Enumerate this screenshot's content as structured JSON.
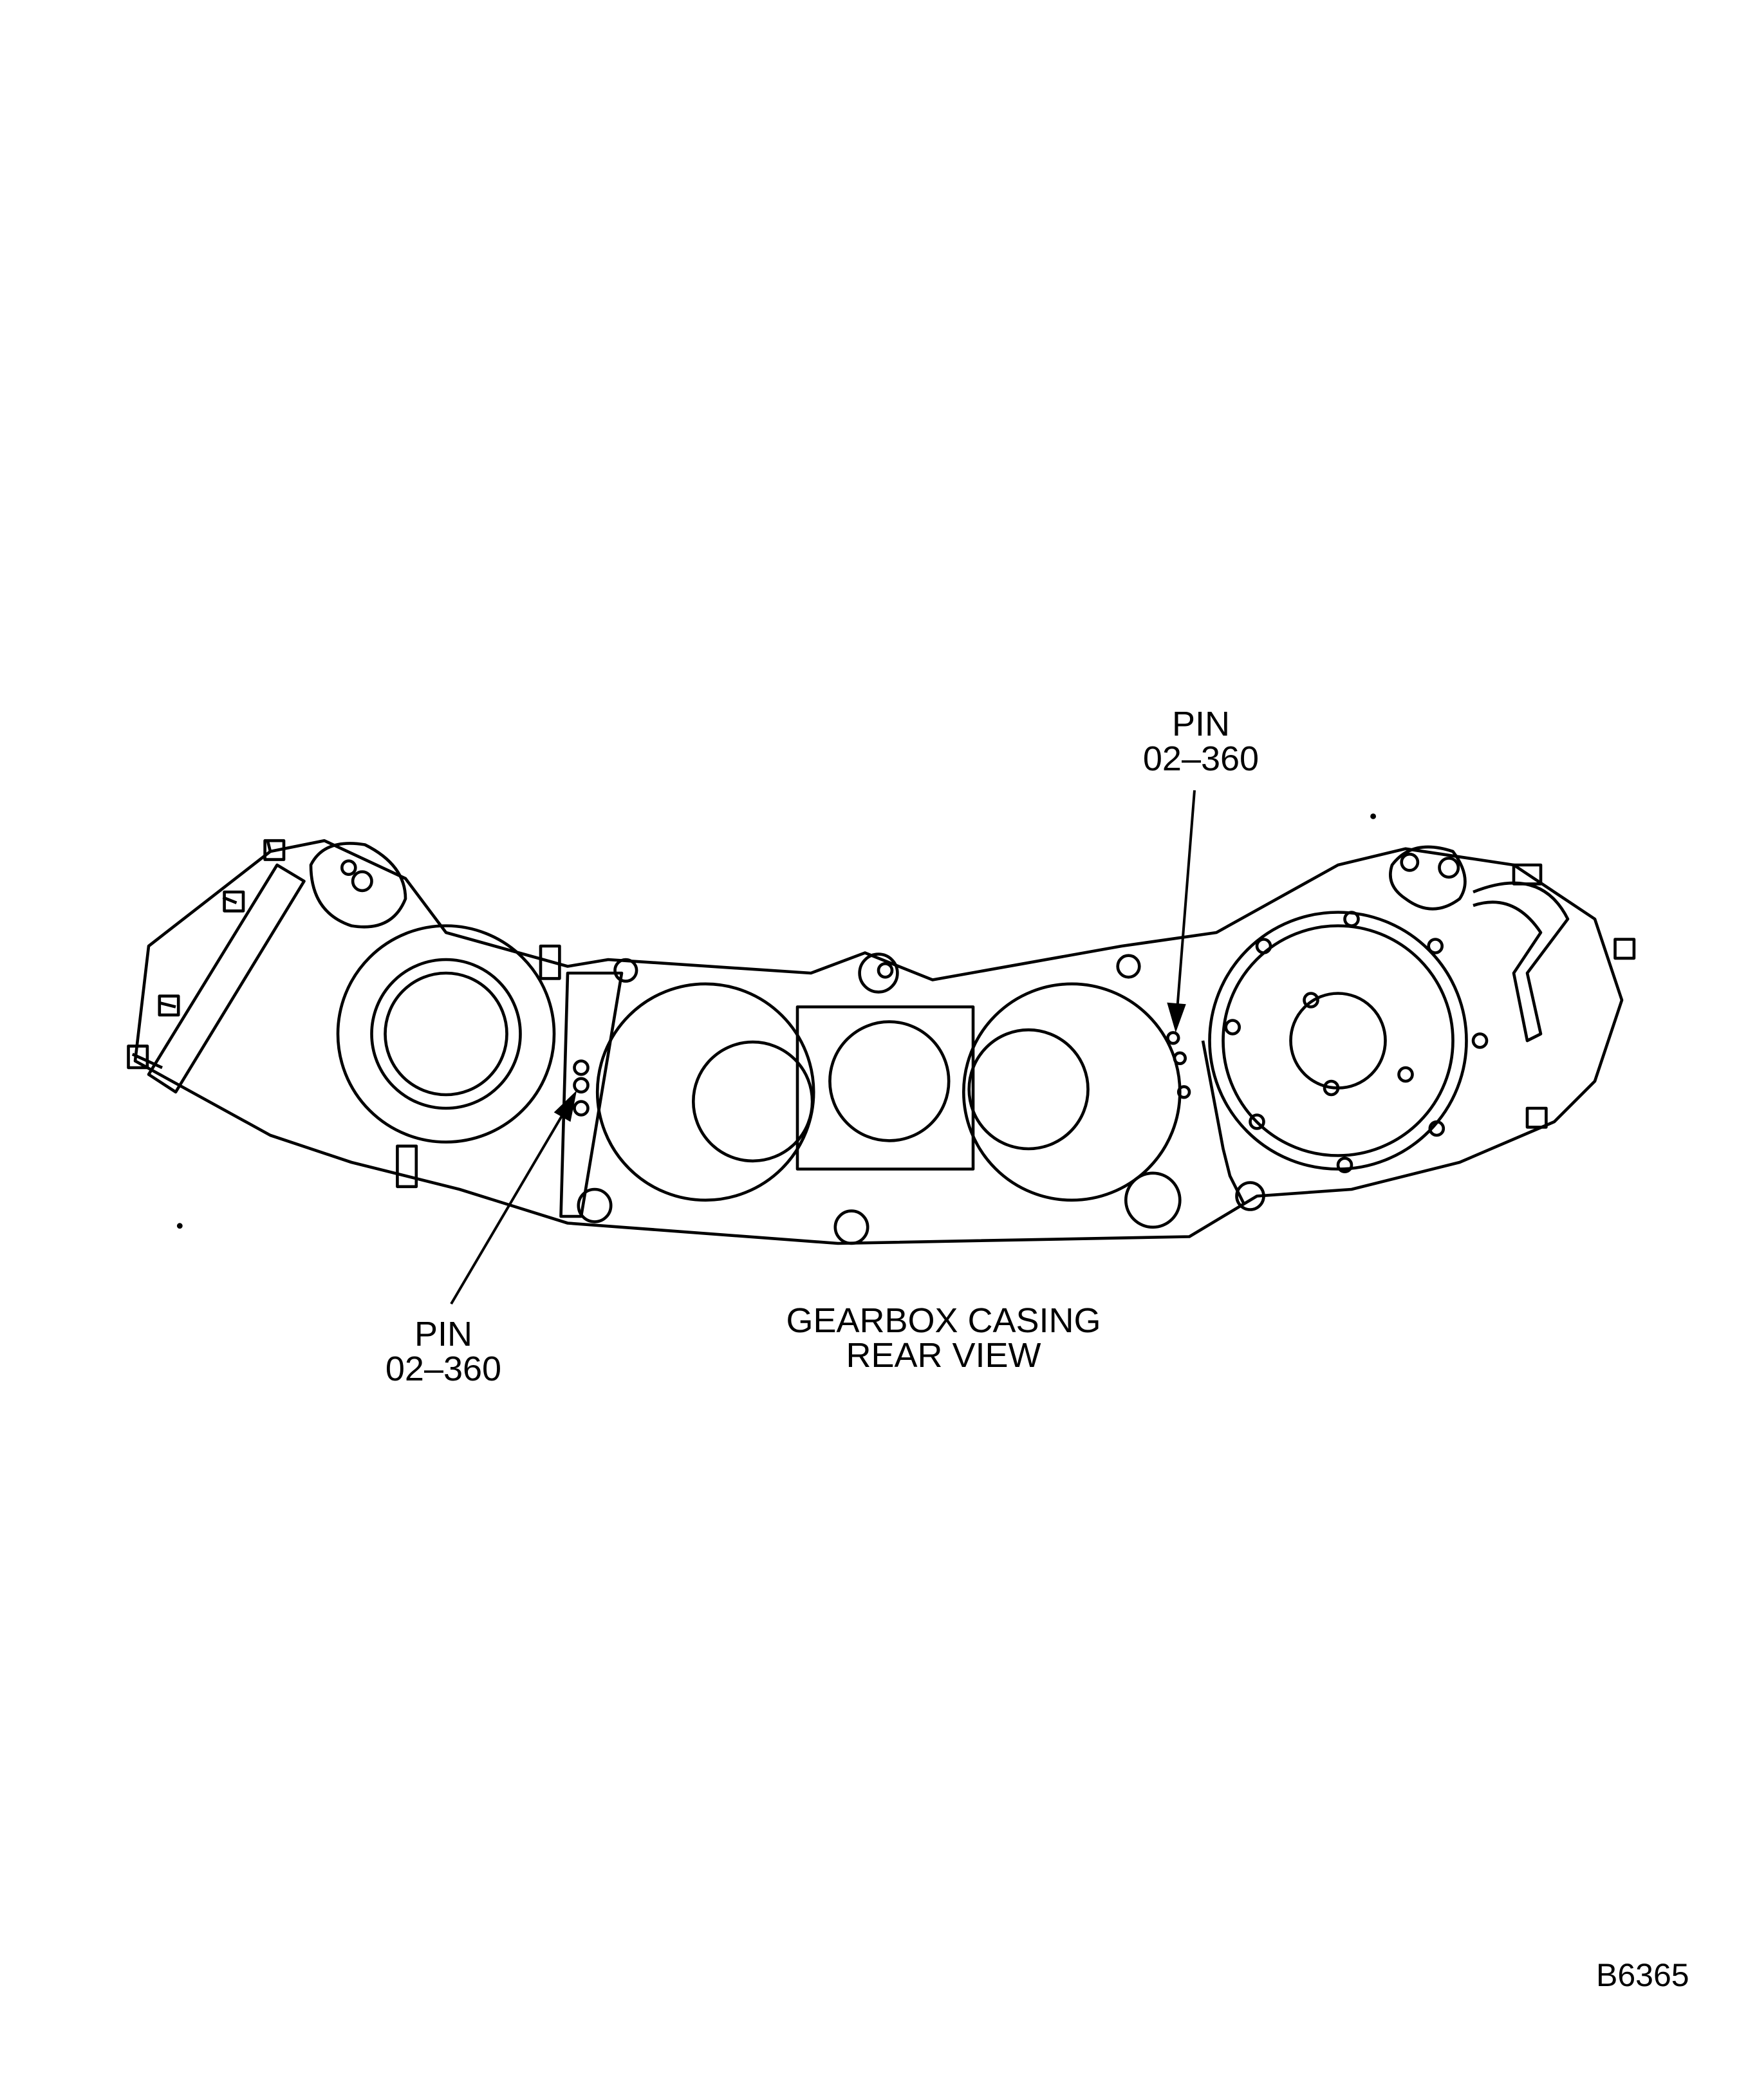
{
  "labels": {
    "pin_top": {
      "line1": "PIN",
      "line2": "02–360"
    },
    "pin_bottom": {
      "line1": "PIN",
      "line2": "02–360"
    },
    "caption": {
      "line1": "GEARBOX CASING",
      "line2": "REAR VIEW"
    }
  },
  "figure_id": "B6365"
}
